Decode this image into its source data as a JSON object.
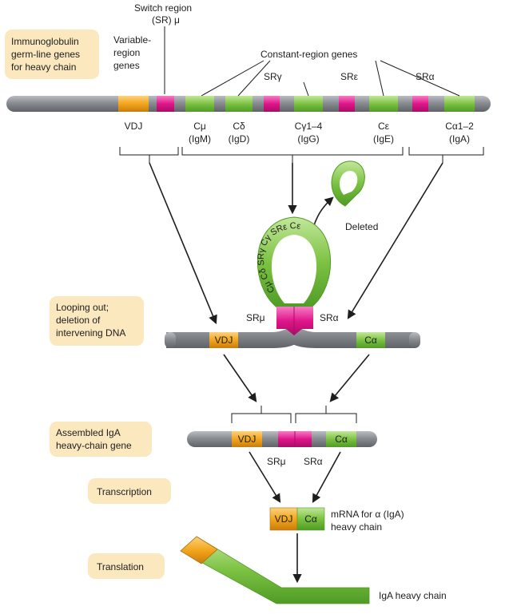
{
  "boxes": {
    "germline": [
      "Immunoglobulin",
      "germ-line genes",
      "for heavy chain"
    ],
    "looping": [
      "Looping out;",
      "deletion of",
      "intervening DNA"
    ],
    "assembled": [
      "Assembled IgA",
      "heavy-chain gene"
    ],
    "transcription": "Transcription",
    "translation": "Translation"
  },
  "top_labels": {
    "switch_region": [
      "Switch region",
      "(SR) μ"
    ],
    "variable_region": [
      "Variable-",
      "region",
      "genes"
    ],
    "constant_region": "Constant-region genes",
    "sr_gamma": "SRγ",
    "sr_epsilon": "SRε",
    "sr_alpha": "SRα"
  },
  "gene_labels": {
    "vdj": "VDJ",
    "c_mu": [
      "Cμ",
      "(IgM)"
    ],
    "c_delta": [
      "Cδ",
      "(IgD)"
    ],
    "c_gamma": [
      "Cγ1–4",
      "(IgG)"
    ],
    "c_epsilon": [
      "Cε",
      "(IgE)"
    ],
    "c_alpha": [
      "Cα1–2",
      "(IgA)"
    ]
  },
  "loop": {
    "text": "Cμ Cδ SRγ Cγ SRε Cε",
    "deleted": "Deleted",
    "sr_mu": "SRμ",
    "sr_alpha": "SRα",
    "vdj": "VDJ",
    "c_alpha": "Cα"
  },
  "assembled_gene": {
    "vdj": "VDJ",
    "c_alpha": "Cα",
    "sr_mu": "SRμ",
    "sr_alpha": "SRα"
  },
  "mrna": {
    "vdj": "VDJ",
    "c_alpha": "Cα",
    "label": [
      "mRNA for α (IgA)",
      "heavy chain"
    ]
  },
  "protein": {
    "label": "IgA heavy chain"
  },
  "colors": {
    "box_fill": "#fbe8bf",
    "dna_gray": "#8c8f94",
    "vdj_orange": "#f3a51c",
    "constant_green": "#7cc242",
    "switch_magenta": "#e0158a"
  }
}
